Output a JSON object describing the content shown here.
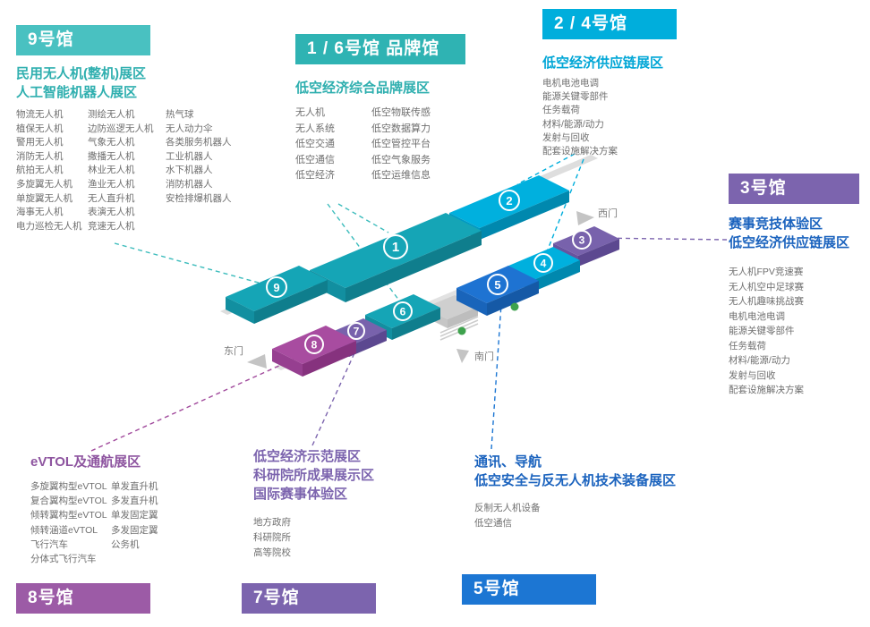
{
  "colors": {
    "teal_badge": "#49C1C1",
    "teal_dark": "#2FB3B3",
    "cyan": "#00AEDC",
    "purple": "#7C64AE",
    "magenta": "#9C5BA6",
    "blue": "#1C76D3",
    "title_blue": "#1B63BE",
    "list_gray": "#6F6F6F",
    "block_teal": "#15A5B6",
    "block_cyan": "#00B0DE",
    "block_purple": "#7862AC",
    "block_blue": "#1E73D2",
    "block_magenta": "#A84CA0",
    "tree_green": "#3EA24D"
  },
  "halls": {
    "hall9": {
      "badge": "9号馆",
      "title1": "民用无人机(整机)展区",
      "title2": "人工智能机器人展区",
      "col1": [
        "物流无人机",
        "植保无人机",
        "警用无人机",
        "消防无人机",
        "航拍无人机",
        "多旋翼无人机",
        "单旋翼无人机",
        "海事无人机",
        "电力巡检无人机"
      ],
      "col2": [
        "测绘无人机",
        "边防巡逻无人机",
        "气象无人机",
        "撒播无人机",
        "林业无人机",
        "渔业无人机",
        "无人直升机",
        "表演无人机",
        "竞速无人机"
      ],
      "col3": [
        "热气球",
        "无人动力伞",
        "各类服务机器人",
        "工业机器人",
        "水下机器人",
        "消防机器人",
        "安检排爆机器人"
      ]
    },
    "hall16": {
      "badge": "1 / 6号馆 品牌馆",
      "title1": "低空经济综合品牌展区",
      "col1": [
        "无人机",
        "无人系统",
        "低空交通",
        "低空通信",
        "低空经济"
      ],
      "col2": [
        "低空物联传感",
        "低空数据算力",
        "低空管控平台",
        "低空气象服务",
        "低空运维信息"
      ]
    },
    "hall24": {
      "badge": "2 / 4号馆",
      "title1": "低空经济供应链展区",
      "items": [
        "电机电池电调",
        "能源关键零部件",
        "任务载荷",
        "材料/能源/动力",
        "发射与回收",
        "配套设施解决方案"
      ]
    },
    "hall3": {
      "badge": "3号馆",
      "title1": "赛事竞技体验区",
      "title2": "低空经济供应链展区",
      "items": [
        "无人机FPV竞速赛",
        "无人机空中足球赛",
        "无人机趣味挑战赛",
        "电机电池电调",
        "能源关键零部件",
        "任务载荷",
        "材料/能源/动力",
        "发射与回收",
        "配套设施解决方案"
      ]
    },
    "hall8": {
      "badge": "8号馆",
      "title1": "eVTOL及通航展区",
      "col1": [
        "多旋翼构型eVTOL",
        "复合翼构型eVTOL",
        "倾转翼构型eVTOL",
        "倾转涵道eVTOL",
        "飞行汽车",
        "分体式飞行汽车"
      ],
      "col2": [
        "单发直升机",
        "多发直升机",
        "单发固定翼",
        "多发固定翼",
        "公务机"
      ]
    },
    "hall7": {
      "badge": "7号馆",
      "title1": "低空经济示范展区",
      "title2": "科研院所成果展示区",
      "title3": "国际赛事体验区",
      "items": [
        "地方政府",
        "科研院所",
        "高等院校"
      ]
    },
    "hall5": {
      "badge": "5号馆",
      "title1": "通讯、导航",
      "title2": "低空安全与反无人机技术装备展区",
      "items": [
        "反制无人机设备",
        "低空通信"
      ]
    }
  },
  "map": {
    "block_numbers": [
      "1",
      "2",
      "3",
      "4",
      "5",
      "6",
      "7",
      "8",
      "9"
    ],
    "gates": {
      "west": "西门",
      "east": "东门",
      "south": "南门"
    }
  }
}
